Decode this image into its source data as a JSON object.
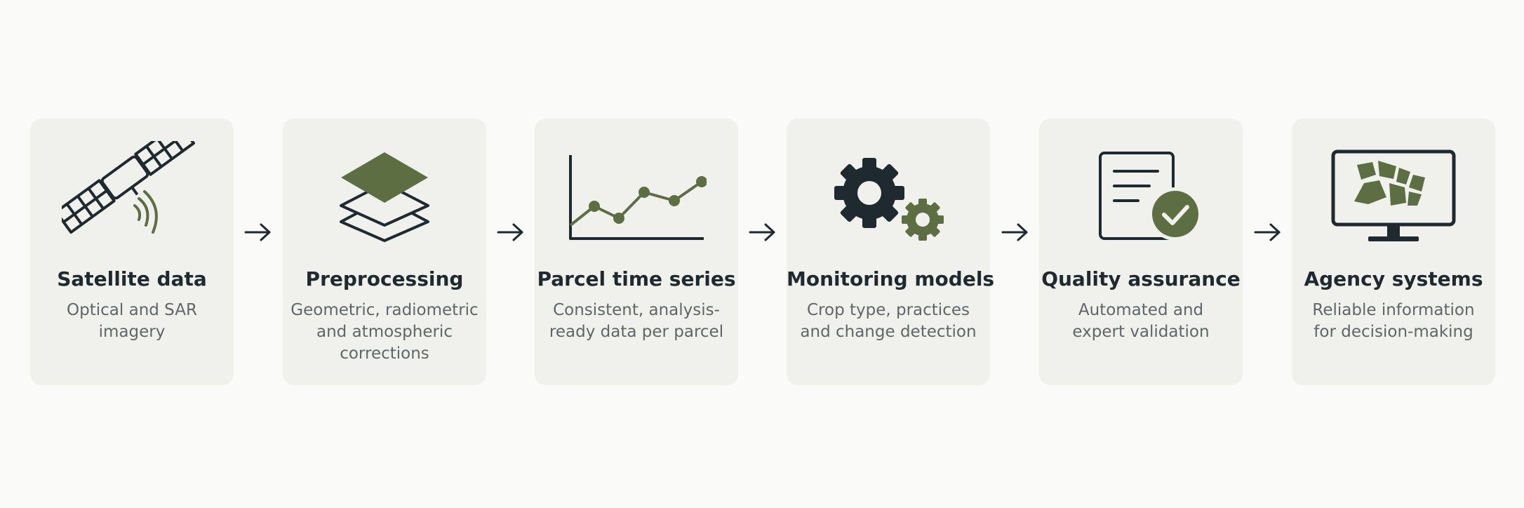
{
  "colors": {
    "card_bg": "#f0f0ec",
    "accent_green": "#5c6e42",
    "icon_dark": "#1f2a30",
    "text_dark": "#1f2a30",
    "text_muted": "#5f666a"
  },
  "steps": [
    {
      "title": "Satellite data",
      "line1": "Optical and SAR",
      "line2": "imagery",
      "line3": "",
      "icon": "satellite-icon"
    },
    {
      "title": "Preprocessing",
      "line1": "Geometric, radiometric",
      "line2": "and atmospheric",
      "line3": "corrections",
      "icon": "layers-icon"
    },
    {
      "title": "Parcel time series",
      "line1": "Consistent, analysis-",
      "line2": "ready data per parcel",
      "line3": "",
      "icon": "line-chart-icon"
    },
    {
      "title": "Monitoring models",
      "line1": "Crop type, practices",
      "line2": "and change detection",
      "line3": "",
      "icon": "gears-icon"
    },
    {
      "title": "Quality assurance",
      "line1": "Automated and",
      "line2": "expert validation",
      "line3": "",
      "icon": "document-check-icon"
    },
    {
      "title": "Agency systems",
      "line1": "Reliable information",
      "line2": "for decision-making",
      "line3": "",
      "icon": "monitor-map-icon"
    }
  ],
  "connector_icon": "arrow-right-icon"
}
